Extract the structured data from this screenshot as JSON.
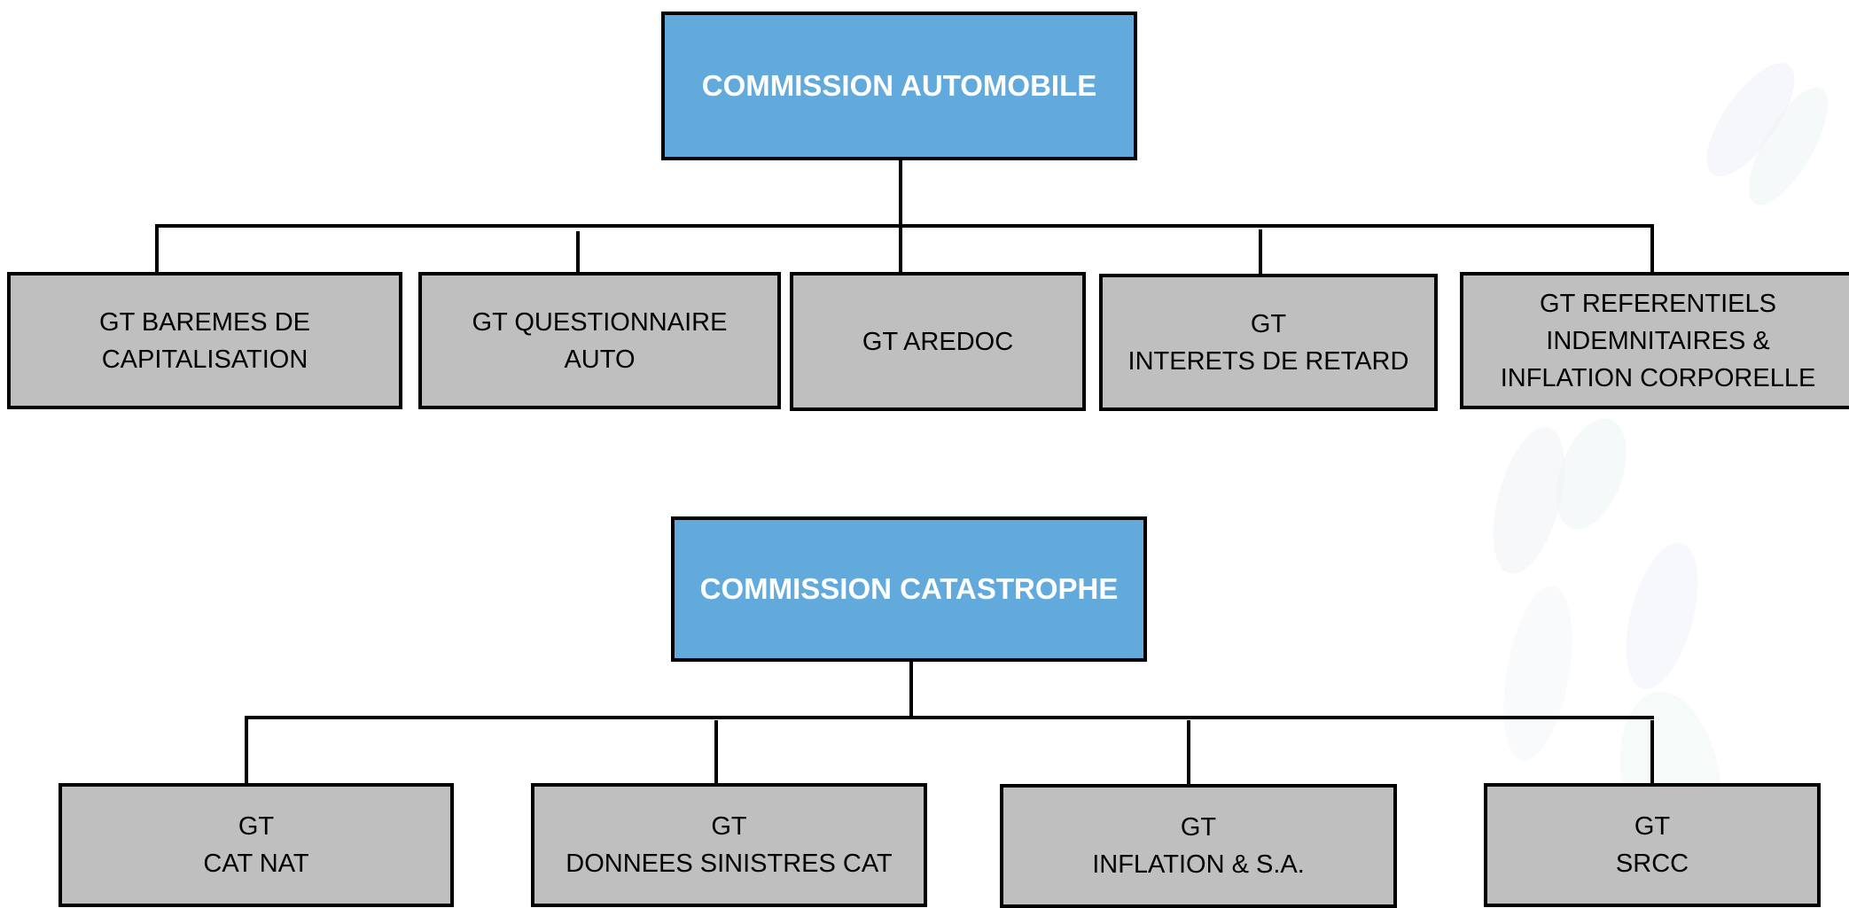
{
  "colors": {
    "commission_fill": "#62a9dc",
    "group_fill": "#bfbfbf",
    "connector": "#000000",
    "commission_text": "#ffffff"
  },
  "commission_automobile": {
    "title": "COMMISSION AUTOMOBILE",
    "groups": [
      "GT BAREMES DE\nCAPITALISATION",
      "GT QUESTIONNAIRE\nAUTO",
      "GT AREDOC",
      "GT\nINTERETS DE RETARD",
      "GT REFERENTIELS\nINDEMNITAIRES &\nINFLATION CORPORELLE"
    ]
  },
  "commission_catastrophe": {
    "title": "COMMISSION CATASTROPHE",
    "groups": [
      "GT\nCAT NAT",
      "GT\nDONNEES SINISTRES CAT",
      "GT\nINFLATION & S.A.",
      "GT\nSRCC"
    ]
  }
}
